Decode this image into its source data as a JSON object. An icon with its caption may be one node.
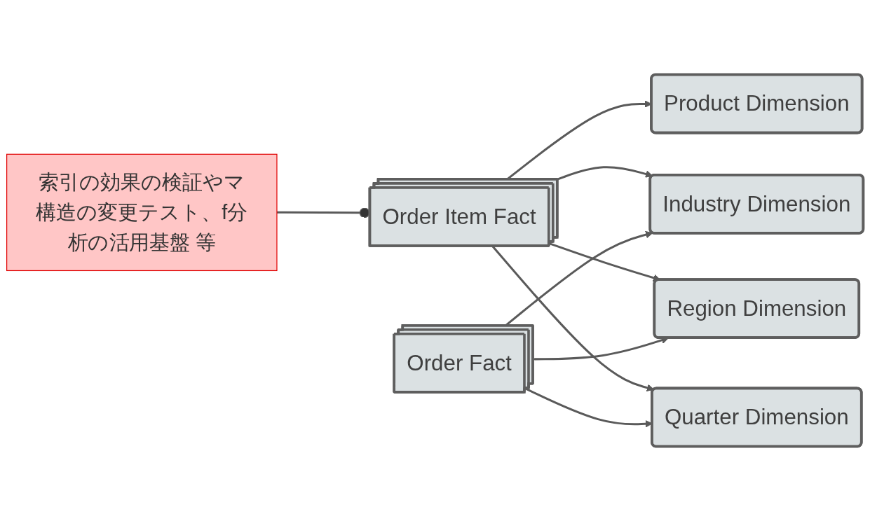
{
  "diagram": {
    "nodes": [
      {
        "text": [
          "Product Dimension"
        ]
      },
      {
        "text": [
          "Industry Dimension"
        ]
      },
      {
        "text": [
          "Order Item Fact"
        ]
      },
      {
        "text": [
          "Region Dimension"
        ]
      },
      {
        "text": [
          "Order Fact"
        ]
      },
      {
        "text": [
          "Quarter Dimension"
        ]
      },
      {
        "text": [
          "索引の効果の検証やマ構造の変更テスト、f分析の活用基盤 等"
        ]
      }
    ],
    "edges": [
      {
        "from": 2,
        "to": 0,
        "arrow": "to"
      },
      {
        "from": 2,
        "to": 1,
        "arrow": "to"
      },
      {
        "from": 2,
        "to": 3,
        "arrow": "to"
      },
      {
        "from": 2,
        "to": 5,
        "arrow": "to"
      },
      {
        "from": 4,
        "to": 1,
        "arrow": "to"
      },
      {
        "from": 4,
        "to": 3,
        "arrow": "to"
      },
      {
        "from": 4,
        "to": 5,
        "arrow": "to"
      },
      {
        "from": 6,
        "to": 2,
        "arrow": "other"
      }
    ]
  }
}
